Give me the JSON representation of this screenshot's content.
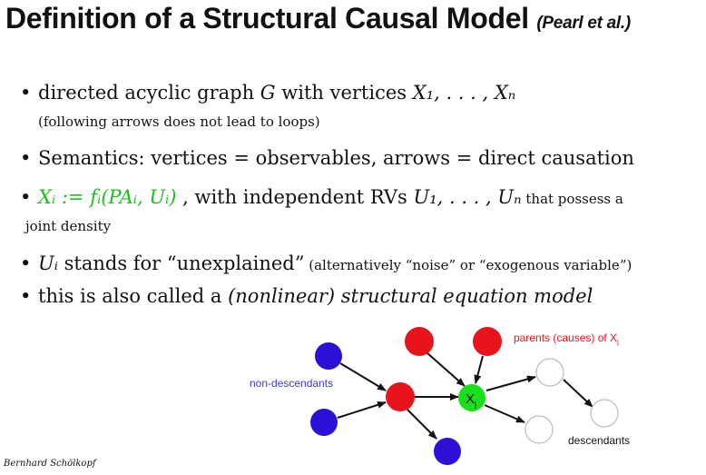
{
  "slide": {
    "title": "Definition of a Structural Causal Model",
    "attribution": "(Pearl et al.)",
    "bullets": [
      {
        "main": "directed acyclic graph ",
        "G": "G",
        "mid": " with vertices ",
        "vars": "X₁, . . . , Xₙ",
        "sub": "(following arrows does not lead to loops)"
      },
      {
        "main": "Semantics: vertices = observables, arrows = direct causation"
      },
      {
        "eq": "Xᵢ := fᵢ(PAᵢ, Uᵢ)",
        "mid": " , with independent RVs ",
        "vars": "U₁, . . . , Uₙ",
        "tail": " that possess a",
        "sub": "joint density"
      },
      {
        "var": "Uᵢ",
        "main": " stands for “unexplained”",
        "tail": " (alternatively “noise” or “exogenous variable”)"
      },
      {
        "main": "this is also called a ",
        "emph": "(nonlinear) structural equation model"
      }
    ],
    "footer": "Bernhard Schölkopf"
  },
  "diagram": {
    "labels": {
      "non_descendants": "non-descendants",
      "parents": "parents (causes) of X",
      "parents_sub": "j",
      "descendants": "descendants",
      "node_x": "X",
      "node_x_sub": "j"
    },
    "colors": {
      "blue": "#2b10d6",
      "red": "#e8141c",
      "green": "#19e01b",
      "label_blue": "#3a3ad0",
      "label_red": "#e8141c"
    }
  }
}
